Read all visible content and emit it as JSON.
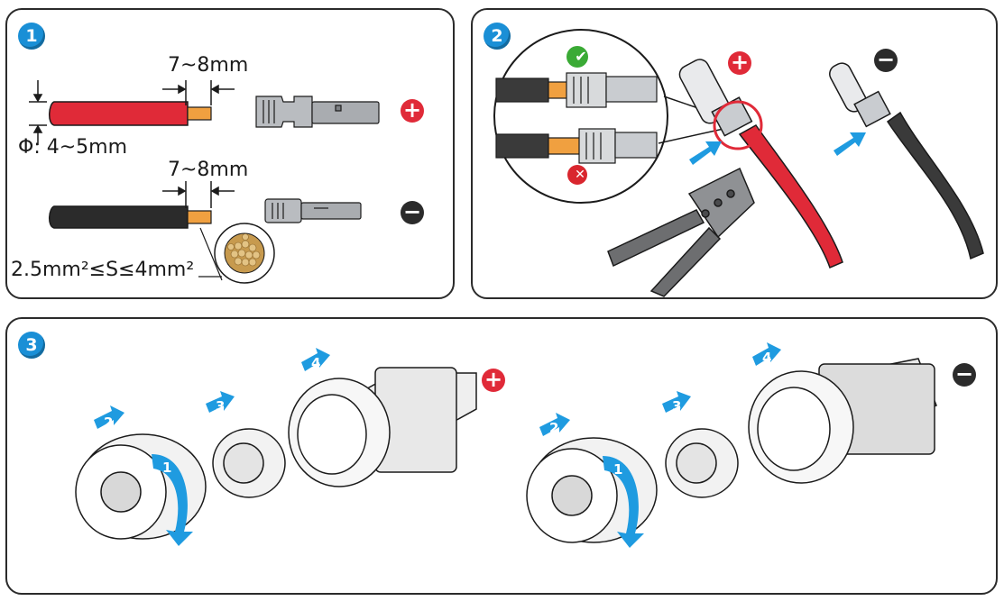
{
  "steps": [
    "1",
    "2",
    "3"
  ],
  "panel1": {
    "strip_length_red": "7~8mm",
    "strip_length_black": "7~8mm",
    "diameter": "Φ: 4~5mm",
    "cross_section": "2.5mm²≤S≤4mm²"
  },
  "signs": {
    "plus": "+",
    "minus": "−",
    "check": "✔",
    "cross": "✕"
  },
  "panel3": {
    "left_arrows": [
      "1",
      "2",
      "3",
      "4"
    ],
    "right_arrows": [
      "1",
      "2",
      "3",
      "4"
    ]
  },
  "colors": {
    "step_blue": "#1a8fd6",
    "arrow_blue": "#1f9be0",
    "red_cable": "#e02a38",
    "black_cable": "#2b2b2b",
    "copper": "#f0a040",
    "ok_green": "#3aaa35",
    "bad_red": "#d9262e"
  }
}
